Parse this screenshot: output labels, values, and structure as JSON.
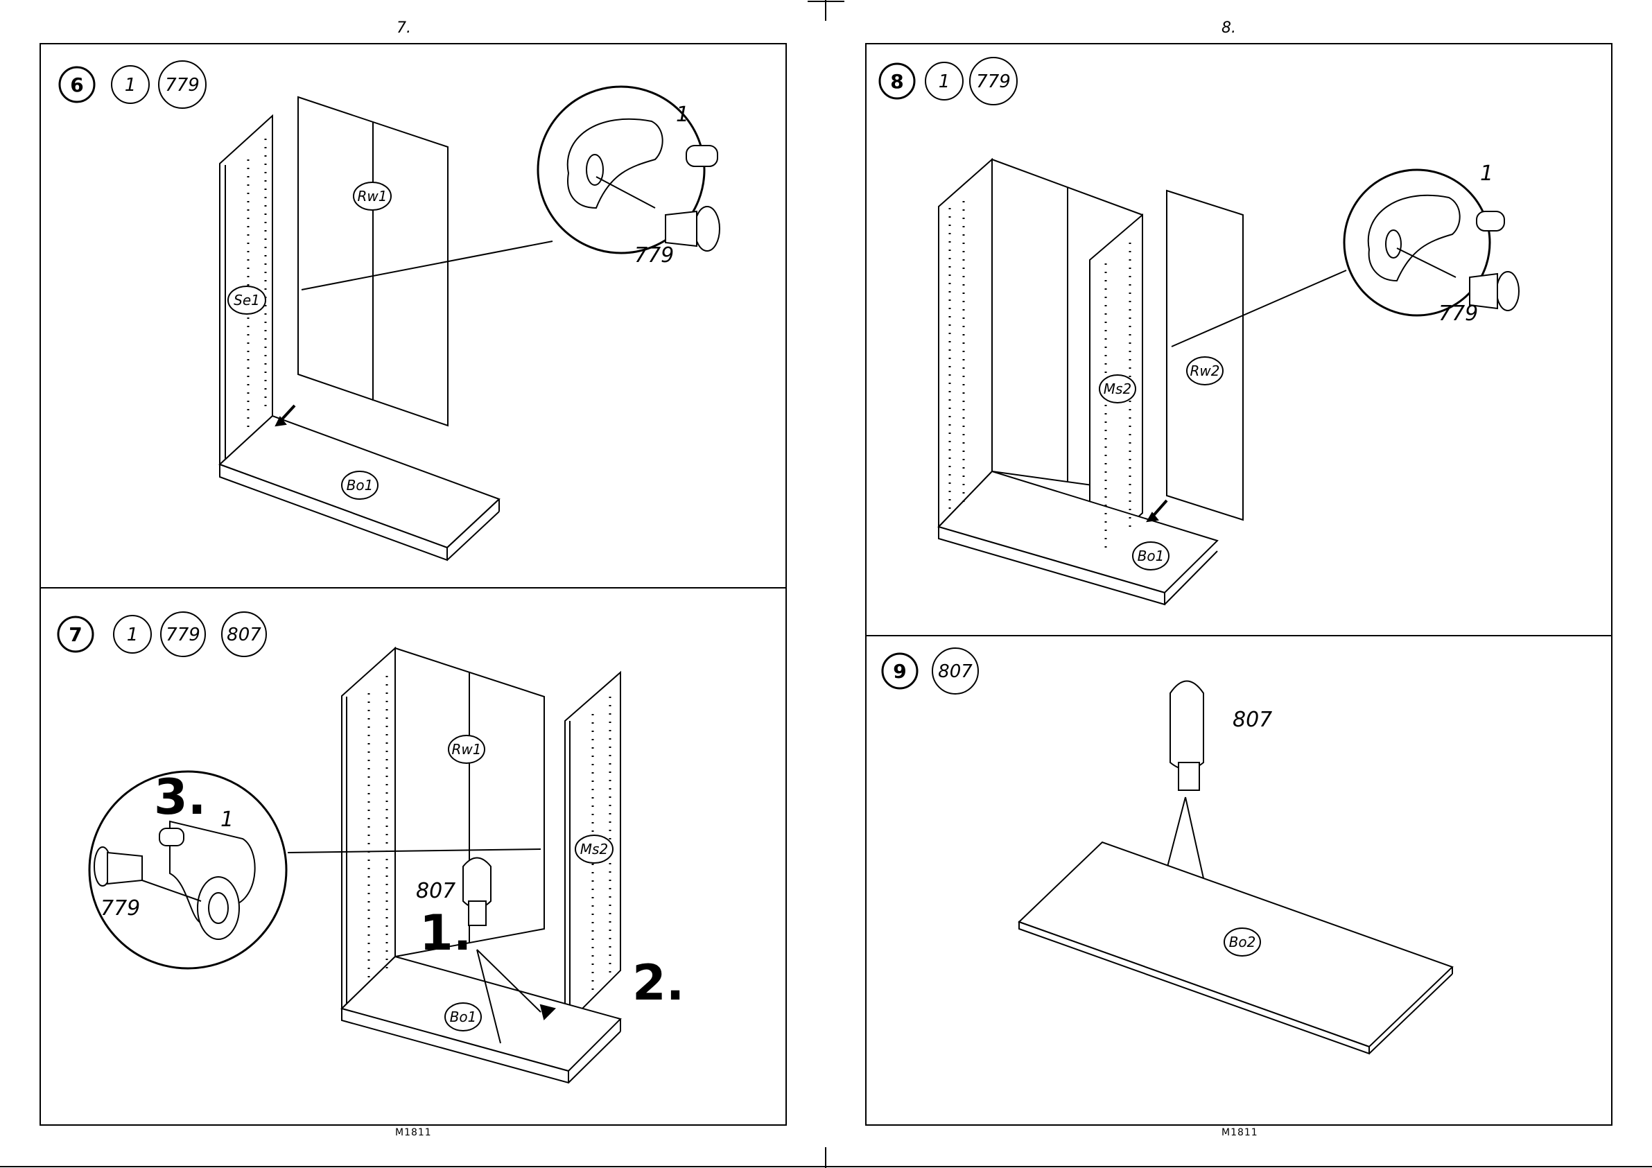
{
  "pages": [
    {
      "page_number": "7.",
      "code": "M1811"
    },
    {
      "page_number": "8.",
      "code": "M1811"
    }
  ],
  "steps": [
    {
      "step": "6",
      "parts": [
        "1",
        "779"
      ],
      "panels": [
        "Rw1",
        "Se1",
        "Bo1"
      ],
      "callouts": [
        "1",
        "779"
      ]
    },
    {
      "step": "7",
      "parts": [
        "1",
        "779",
        "807"
      ],
      "panels": [
        "Rw1",
        "Ms2",
        "Bo1"
      ],
      "callouts": [
        "1",
        "779",
        "807"
      ],
      "order": [
        "1.",
        "2.",
        "3."
      ]
    },
    {
      "step": "8",
      "parts": [
        "1",
        "779"
      ],
      "panels": [
        "Ms2",
        "Rw2",
        "Bo1"
      ],
      "callouts": [
        "1",
        "779"
      ]
    },
    {
      "step": "9",
      "parts": [
        "807"
      ],
      "panels": [
        "Bo2"
      ],
      "callouts": [
        "807"
      ]
    }
  ]
}
